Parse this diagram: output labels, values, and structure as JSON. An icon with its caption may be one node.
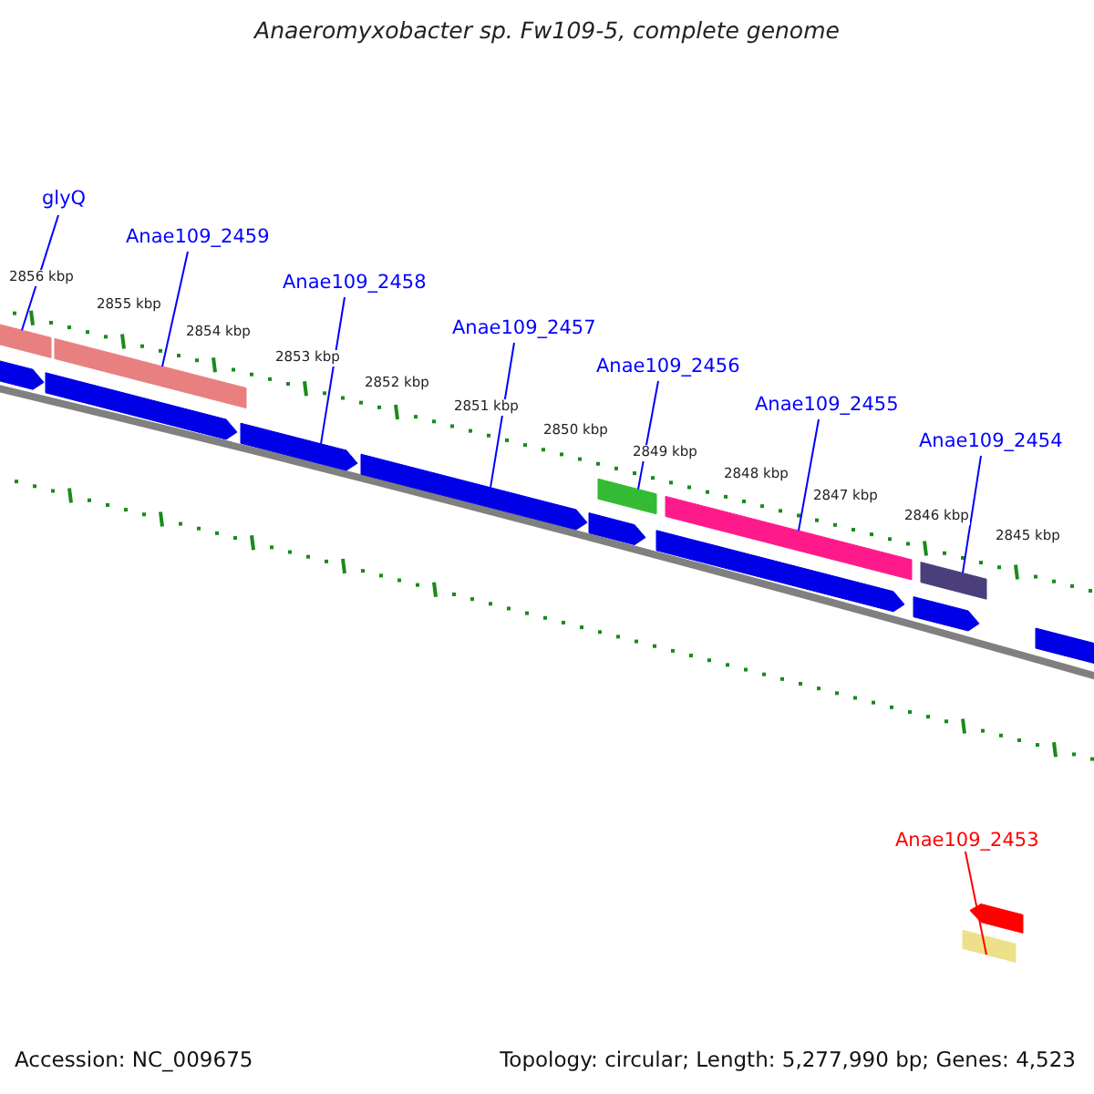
{
  "diagram": {
    "title": "Anaeromyxobacter sp. Fw109-5, complete genome",
    "nodes": [
      {
        "text": [
          "glyQ"
        ]
      },
      {
        "text": [
          "Anae109_2459"
        ]
      },
      {
        "text": [
          "Anae109_2458"
        ]
      },
      {
        "text": [
          "Anae109_2457"
        ]
      },
      {
        "text": [
          "Anae109_2456"
        ]
      },
      {
        "text": [
          "Anae109_2455"
        ]
      },
      {
        "text": [
          "Anae109_2454"
        ]
      },
      {
        "text": [
          "Anae109_2453"
        ]
      },
      {
        "text": [],
        "shape": "bar"
      },
      {
        "text": [],
        "shape": "bar"
      },
      {
        "text": [],
        "shape": "arrow"
      },
      {
        "text": [],
        "shape": "arrow"
      },
      {
        "text": [],
        "shape": "bar"
      },
      {
        "text": [],
        "shape": "bar"
      },
      {
        "text": [],
        "shape": "bar"
      },
      {
        "text": [],
        "shape": "bar"
      },
      {
        "text": [],
        "shape": "arrow"
      },
      {
        "text": [],
        "shape": "arrow"
      },
      {
        "text": [],
        "shape": "arrow"
      },
      {
        "text": [],
        "shape": "arrow"
      },
      {
        "text": [],
        "shape": "arrow"
      },
      {
        "text": [],
        "shape": "arrow"
      },
      {
        "text": [],
        "shape": "arrow"
      }
    ],
    "edges": [
      {
        "from": 0,
        "to": 8,
        "arrow": "none"
      },
      {
        "from": 1,
        "to": 9,
        "arrow": "none"
      },
      {
        "from": 2,
        "to": 10,
        "arrow": "none"
      },
      {
        "from": 3,
        "to": 11,
        "arrow": "none"
      },
      {
        "from": 4,
        "to": 12,
        "arrow": "none"
      },
      {
        "from": 5,
        "to": 13,
        "arrow": "none"
      },
      {
        "from": 6,
        "to": 14,
        "arrow": "none"
      },
      {
        "from": 7,
        "to": 15,
        "arrow": "none",
        "color": "#ff0000"
      }
    ],
    "labels": [
      "2856 kbp",
      "2855 kbp",
      "2854 kbp",
      "2853 kbp",
      "2852 kbp",
      "2851 kbp",
      "2850 kbp",
      "2849 kbp",
      "2848 kbp",
      "2847 kbp",
      "2846 kbp",
      "2845 kbp",
      "Accession: NC_009675",
      "Topology: circular; Length: 5,277,990 bp; Genes: 4,523"
    ]
  }
}
